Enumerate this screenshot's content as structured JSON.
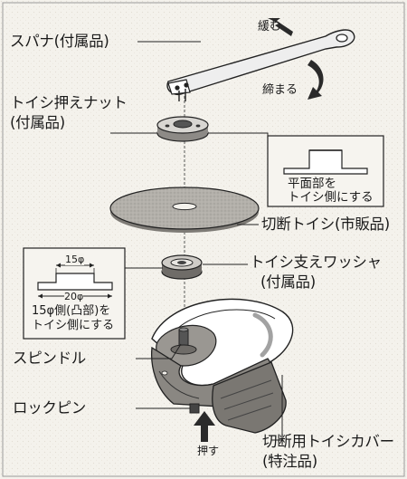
{
  "labels": {
    "spanner": "スパナ(付属品)",
    "loosen": "緩む",
    "tighten": "締まる",
    "nut_line1": "トイシ押えナット",
    "nut_line2": "(付属品)",
    "flat_line1": "平面部を",
    "flat_line2": "トイシ側にする",
    "cutting_disc": "切断トイシ(市販品)",
    "washer_line1": "トイシ支えワッシャ",
    "washer_line2": "(付属品)",
    "dim_15": "15φ",
    "dim_20": "20φ",
    "convex_line1": "15φ側(凸部)を",
    "convex_line2": "トイシ側にする",
    "spindle": "スピンドル",
    "lock_pin": "ロックピン",
    "press": "押す",
    "cover_line1": "切断用トイシカバー",
    "cover_line2": "(特注品)"
  }
}
